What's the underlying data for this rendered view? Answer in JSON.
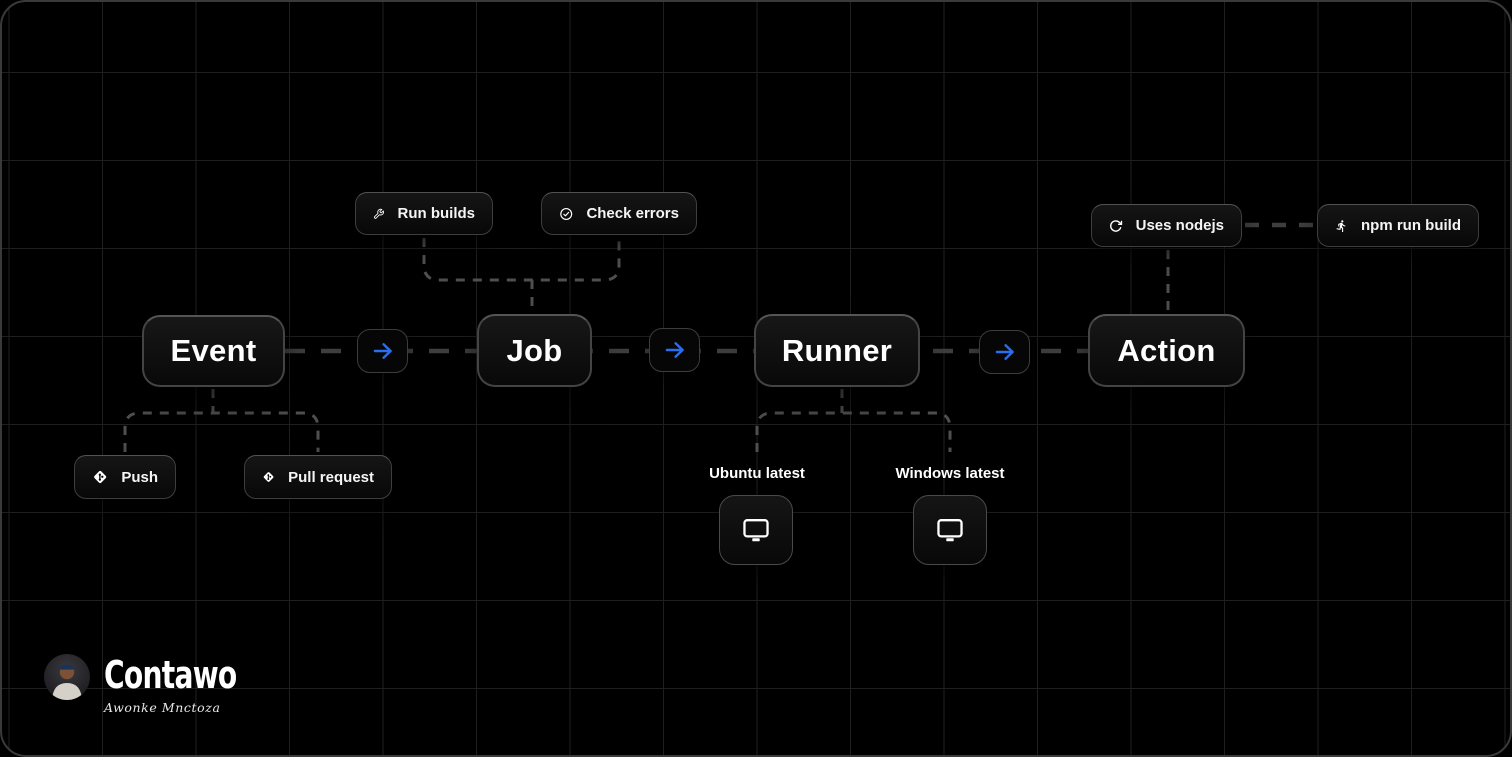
{
  "canvas": {
    "bg": "#000000",
    "grid_color": "#1f1f1f",
    "accent_blue": "#2a6df0",
    "dash_color": "#3e3e3e"
  },
  "flow_nodes": [
    {
      "label": "Event"
    },
    {
      "label": "Job"
    },
    {
      "label": "Runner"
    },
    {
      "label": "Action"
    }
  ],
  "arrow_glyph": "→",
  "job_chips": [
    {
      "label": "Run builds",
      "icon": "wrench-icon"
    },
    {
      "label": "Check errors",
      "icon": "check-circle-icon"
    }
  ],
  "action_chips": [
    {
      "label": "Uses nodejs",
      "icon": "refresh-icon"
    },
    {
      "label": "npm run build",
      "icon": "running-person-icon"
    }
  ],
  "event_chips": [
    {
      "label": "Push",
      "icon": "git-icon"
    },
    {
      "label": "Pull request",
      "icon": "git-icon"
    }
  ],
  "runner_machines": [
    {
      "label": "Ubuntu latest",
      "icon": "monitor-icon"
    },
    {
      "label": "Windows latest",
      "icon": "monitor-icon"
    }
  ],
  "brand": {
    "name": "Contawo",
    "signature": "Awonke Mnctoza"
  }
}
